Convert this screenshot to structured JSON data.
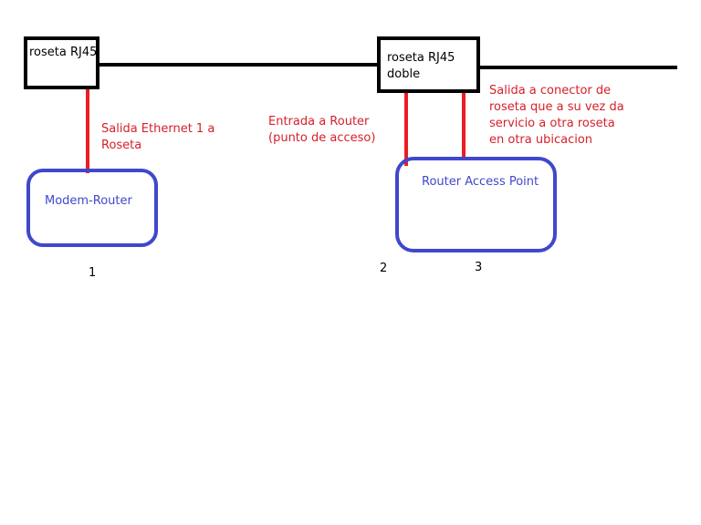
{
  "colors": {
    "box_border": "#000000",
    "link_line": "#000000",
    "cable_line": "#ed1c24",
    "device_border": "#3f48cc",
    "annotation_text": "#d6202a",
    "device_text": "#3f48cc"
  },
  "nodes": {
    "rosette_single": {
      "label": "roseta RJ45"
    },
    "rosette_double": {
      "label": "roseta RJ45\ndoble"
    },
    "modem_router": {
      "label": "Modem-Router"
    },
    "access_point": {
      "label": "Router Access Point"
    }
  },
  "annotations": {
    "ethernet_out": "Salida Ethernet 1 a\nRoseta",
    "router_in": "Entrada a Router\n(punto de acceso)",
    "connector_out": "Salida a conector de\nroseta que a su vez da\nservicio a otra roseta\nen otra ubicacion"
  },
  "port_numbers": {
    "one": "1",
    "two": "2",
    "three": "3"
  }
}
